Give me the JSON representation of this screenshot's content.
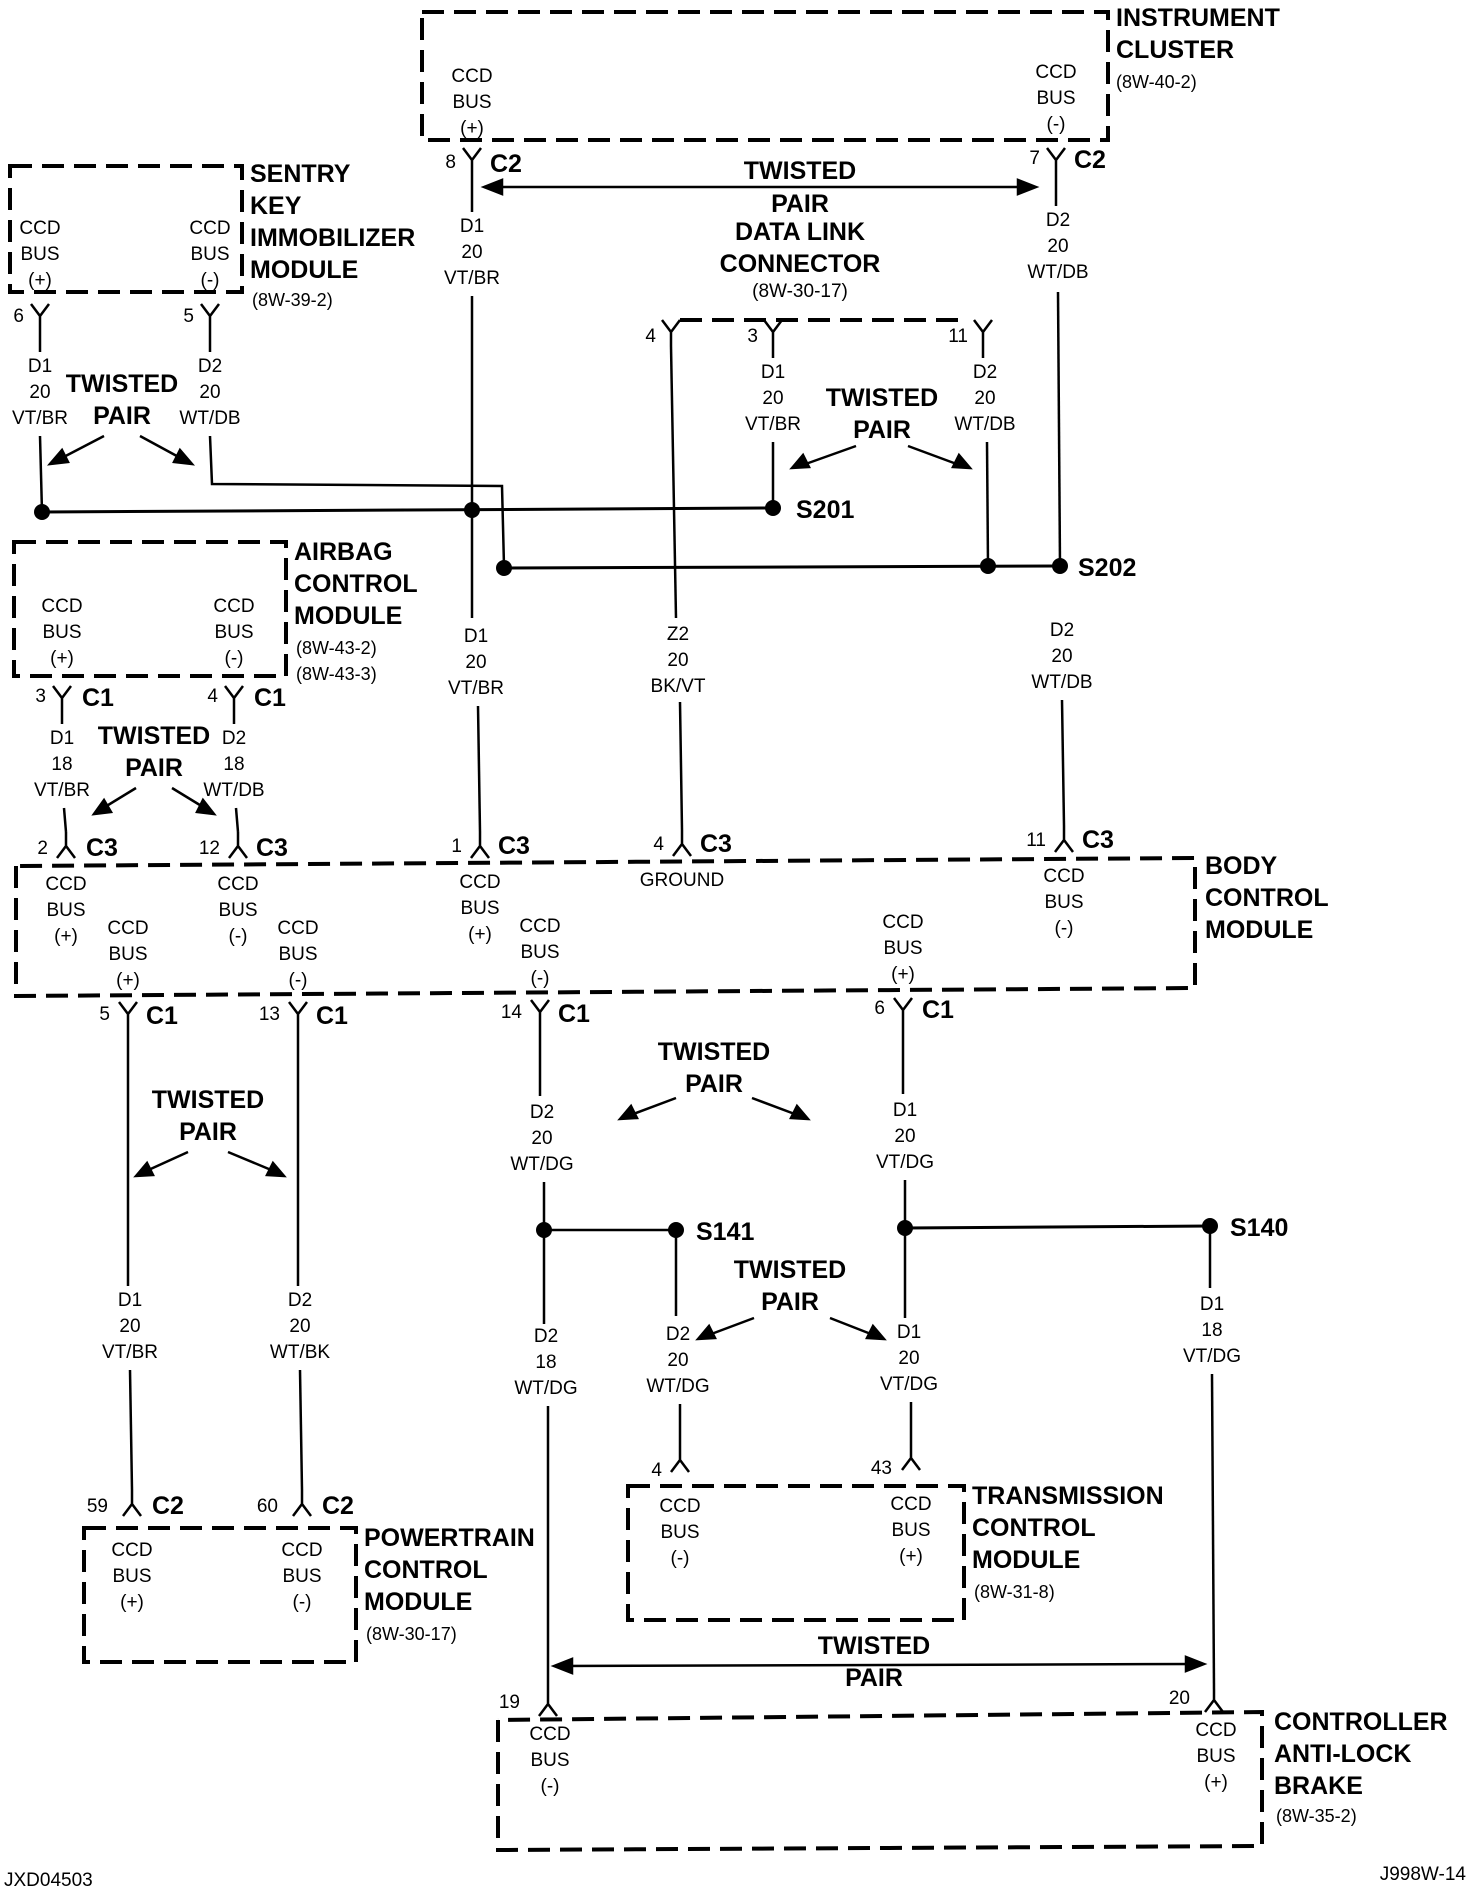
{
  "common": {
    "ccd": "CCD",
    "bus": "BUS",
    "plus": "(+)",
    "minus": "(-)",
    "twisted": "TWISTED",
    "pair": "PAIR",
    "ground": "GROUND"
  },
  "modules": {
    "instrument_cluster": {
      "line1": "INSTRUMENT",
      "line2": "CLUSTER",
      "ref": "(8W-40-2)"
    },
    "sentry_key": {
      "line1": "SENTRY",
      "line2": "KEY",
      "line3": "IMMOBILIZER",
      "line4": "MODULE",
      "ref": "(8W-39-2)"
    },
    "dlc": {
      "line1": "DATA LINK",
      "line2": "CONNECTOR",
      "ref": "(8W-30-17)"
    },
    "airbag": {
      "line1": "AIRBAG",
      "line2": "CONTROL",
      "line3": "MODULE",
      "ref1": "(8W-43-2)",
      "ref2": "(8W-43-3)"
    },
    "bcm": {
      "line1": "BODY",
      "line2": "CONTROL",
      "line3": "MODULE"
    },
    "pcm": {
      "line1": "POWERTRAIN",
      "line2": "CONTROL",
      "line3": "MODULE",
      "ref": "(8W-30-17)"
    },
    "tcm": {
      "line1": "TRANSMISSION",
      "line2": "CONTROL",
      "line3": "MODULE",
      "ref": "(8W-31-8)"
    },
    "abs": {
      "line1": "CONTROLLER",
      "line2": "ANTI-LOCK",
      "line3": "BRAKE",
      "ref": "(8W-35-2)"
    }
  },
  "connectors": {
    "c1": "C1",
    "c2": "C2",
    "c3": "C3"
  },
  "pins": {
    "ic_8": "8",
    "ic_7": "7",
    "sk_6": "6",
    "sk_5": "5",
    "dlc_4": "4",
    "dlc_3": "3",
    "dlc_11": "11",
    "ab_3": "3",
    "ab_4": "4",
    "bcm_2": "2",
    "bcm_12": "12",
    "bcm_1": "1",
    "bcm_4": "4",
    "bcm_11": "11",
    "bcm_5": "5",
    "bcm_13": "13",
    "bcm_14": "14",
    "bcm_6": "6",
    "pcm_59": "59",
    "pcm_60": "60",
    "tcm_4": "4",
    "tcm_43": "43",
    "abs_19": "19",
    "abs_20": "20"
  },
  "wires": {
    "d1": "D1",
    "d2": "D2",
    "z2": "Z2",
    "g20": "20",
    "g18": "18",
    "vtbr": "VT/BR",
    "wtdb": "WT/DB",
    "bkvt": "BK/VT",
    "wtdg": "WT/DG",
    "vtdg": "VT/DG",
    "wtbk": "WT/BK"
  },
  "splices": {
    "s201": "S201",
    "s202": "S202",
    "s141": "S141",
    "s140": "S140"
  },
  "footer": {
    "left": "JXD04503",
    "right": "J998W-14"
  }
}
